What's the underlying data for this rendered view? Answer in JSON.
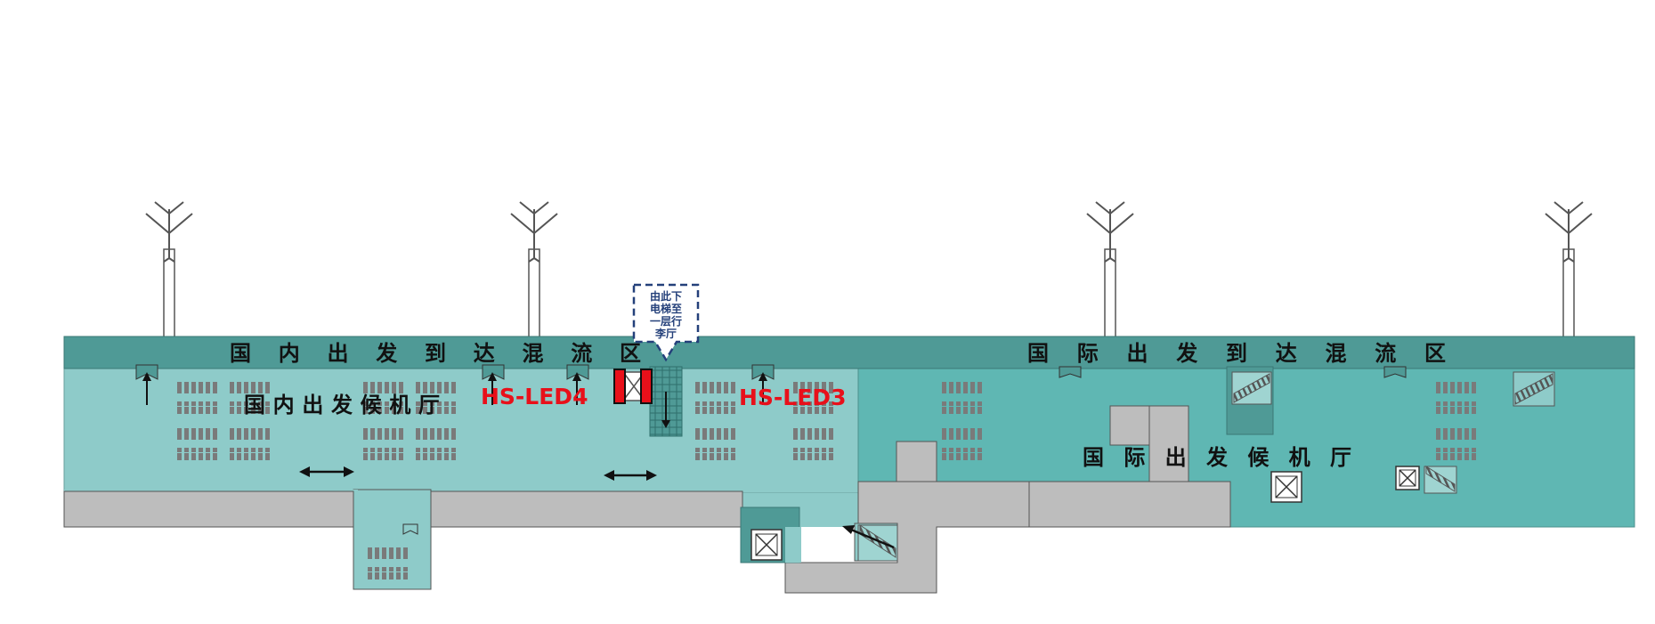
{
  "map": {
    "zones": {
      "domestic_corridor": "国 内 出 发 到 达 混 流 区",
      "international_corridor": "国 际 出 发 到 达 混 流 区"
    },
    "halls": {
      "domestic": "国内出发候机厅",
      "international": "国 际 出 发 候 机 厅"
    },
    "led_markers": [
      {
        "label": "HS-LED4"
      },
      {
        "label": "HS-LED3"
      }
    ],
    "callout": {
      "lines": [
        "由此下",
        "电梯至",
        "一层行",
        "李厅"
      ]
    },
    "colors": {
      "corridor": "#4f9a96",
      "domestic_hall": "#8ecbc9",
      "international_hall": "#5fb7b3",
      "service_area": "#bdbdbd",
      "led_marker": "#e8101a",
      "callout_border": "#24407a"
    },
    "icons": [
      "airplane-icon",
      "direction-arrow-icon",
      "double-arrow-icon",
      "seat-block-icon",
      "elevator-icon",
      "escalator-icon",
      "gate-door-icon",
      "led-screen-icon"
    ]
  }
}
